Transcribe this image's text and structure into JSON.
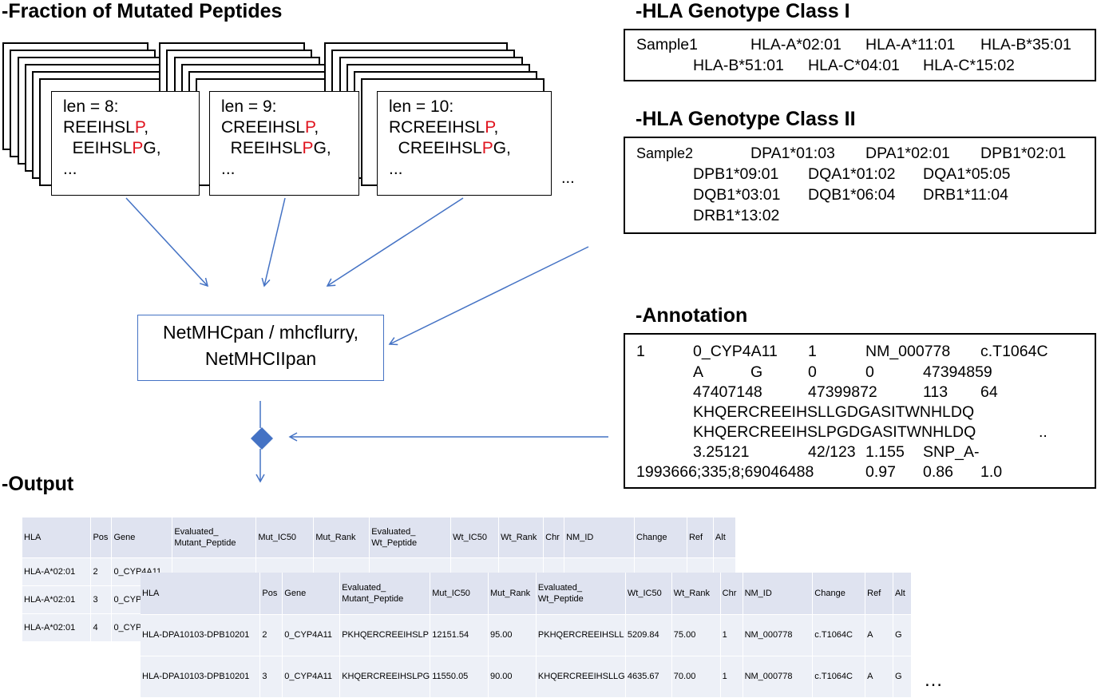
{
  "titles": {
    "fraction": "-Fraction of Mutated Peptides",
    "class1": "-HLA Genotype Class I",
    "class2": "-HLA Genotype Class II",
    "annotation": "-Annotation",
    "output": "-Output"
  },
  "peptide_cards": [
    {
      "len": "len = 8:",
      "seq1_a": "REEIHSL",
      "seq1_b": "P",
      "seq1_c": ",",
      "seq2_a": "  EEIHSL",
      "seq2_b": "P",
      "seq2_c": "G,",
      "more": "..."
    },
    {
      "len": "len = 9:",
      "seq1_a": "CREEIHSL",
      "seq1_b": "P",
      "seq1_c": ",",
      "seq2_a": "  REEIHSL",
      "seq2_b": "P",
      "seq2_c": "G,",
      "more": "..."
    },
    {
      "len": "len = 10:",
      "seq1_a": "RCREEIHSL",
      "seq1_b": "P",
      "seq1_c": ",",
      "seq2_a": "  CREEIHSL",
      "seq2_b": "P",
      "seq2_c": "G,",
      "more": "..."
    }
  ],
  "peptide_ellipsis": "...",
  "tool": {
    "line1": "NetMHCpan / mhcflurry,",
    "line2": "NetMHCIIpan"
  },
  "class1_box": {
    "sample": "Sample1",
    "line1": [
      "HLA-A*02:01",
      "HLA-A*11:01",
      "HLA-B*35:01"
    ],
    "line2": [
      "HLA-B*51:01",
      "HLA-C*04:01",
      "HLA-C*15:02"
    ]
  },
  "class2_box": {
    "sample": "Sample2",
    "line1": [
      "DPA1*01:03",
      "DPA1*02:01",
      "DPB1*02:01"
    ],
    "line2": [
      "DPB1*09:01",
      "DQA1*01:02",
      "DQA1*05:05"
    ],
    "line3": [
      "DQB1*03:01",
      "DQB1*06:04",
      "DRB1*11:04"
    ],
    "line4": [
      "DRB1*13:02"
    ]
  },
  "annotation_box": {
    "l1": [
      "1",
      "0_CYP4A11",
      "1",
      "NM_000778",
      "c.T1064C"
    ],
    "l2": [
      "A",
      "G",
      "0",
      "0",
      "47394859"
    ],
    "l3": [
      "47407148",
      "47399872",
      "113",
      "64"
    ],
    "l4": "KHQERCREEIHSLLGDGASITWNHLDQ",
    "l5": "KHQERCREEIHSLPGDGASITWNHLDQ",
    "l5_dots": "..",
    "l6": [
      "3.25121",
      "42/123",
      "1.155",
      "SNP_A-"
    ],
    "l7": [
      "1993666;335;8;69046488",
      "0.97",
      "0.86",
      "1.0"
    ]
  },
  "table_back": {
    "headers": [
      "HLA",
      "Pos",
      "Gene",
      "Evaluated_\nMutant_Peptide",
      "Mut_IC50",
      "Mut_Rank",
      "Evaluated_\nWt_Peptide",
      "Wt_IC50",
      "Wt_Rank",
      "Chr",
      "NM_ID",
      "Change",
      "Ref",
      "Alt"
    ],
    "rows": [
      [
        "HLA-A*02:01",
        "2",
        "0_CYP4A11",
        "",
        "",
        "",
        "",
        "",
        "",
        "",
        "",
        "",
        "",
        ""
      ],
      [
        "HLA-A*02:01",
        "3",
        "0_CYP",
        "",
        "",
        "",
        "",
        "",
        "",
        "",
        "",
        "",
        "",
        ""
      ],
      [
        "HLA-A*02:01",
        "4",
        "0_CYP",
        "",
        "",
        "",
        "",
        "",
        "",
        "",
        "",
        "",
        "",
        ""
      ]
    ]
  },
  "table_front": {
    "headers": [
      "HLA",
      "Pos",
      "Gene",
      "Evaluated_\nMutant_Peptide",
      "Mut_IC50",
      "Mut_Rank",
      "Evaluated_\nWt_Peptide",
      "Wt_IC50",
      "Wt_Rank",
      "Chr",
      "NM_ID",
      "Change",
      "Ref",
      "Alt"
    ],
    "rows": [
      [
        "HLA-DPA10103-DPB10201",
        "2",
        "0_CYP4A11",
        "PKHQERCREEIHSLP",
        "12151.54",
        "95.00",
        "PKHQERCREEIHSLL",
        "5209.84",
        "75.00",
        "1",
        "NM_000778",
        "c.T1064C",
        "A",
        "G"
      ],
      [
        "HLA-DPA10103-DPB10201",
        "3",
        "0_CYP4A11",
        "KHQERCREEIHSLPG",
        "11550.05",
        "90.00",
        "KHQERCREEIHSLLG",
        "4635.67",
        "70.00",
        "1",
        "NM_000778",
        "c.T1064C",
        "A",
        "G"
      ]
    ]
  },
  "output_ellipsis": "…",
  "colors": {
    "arrow": "#4472c4",
    "mutation": "#e0141e",
    "table_header": "#dfe3f0",
    "table_row": "#edf0f7"
  }
}
